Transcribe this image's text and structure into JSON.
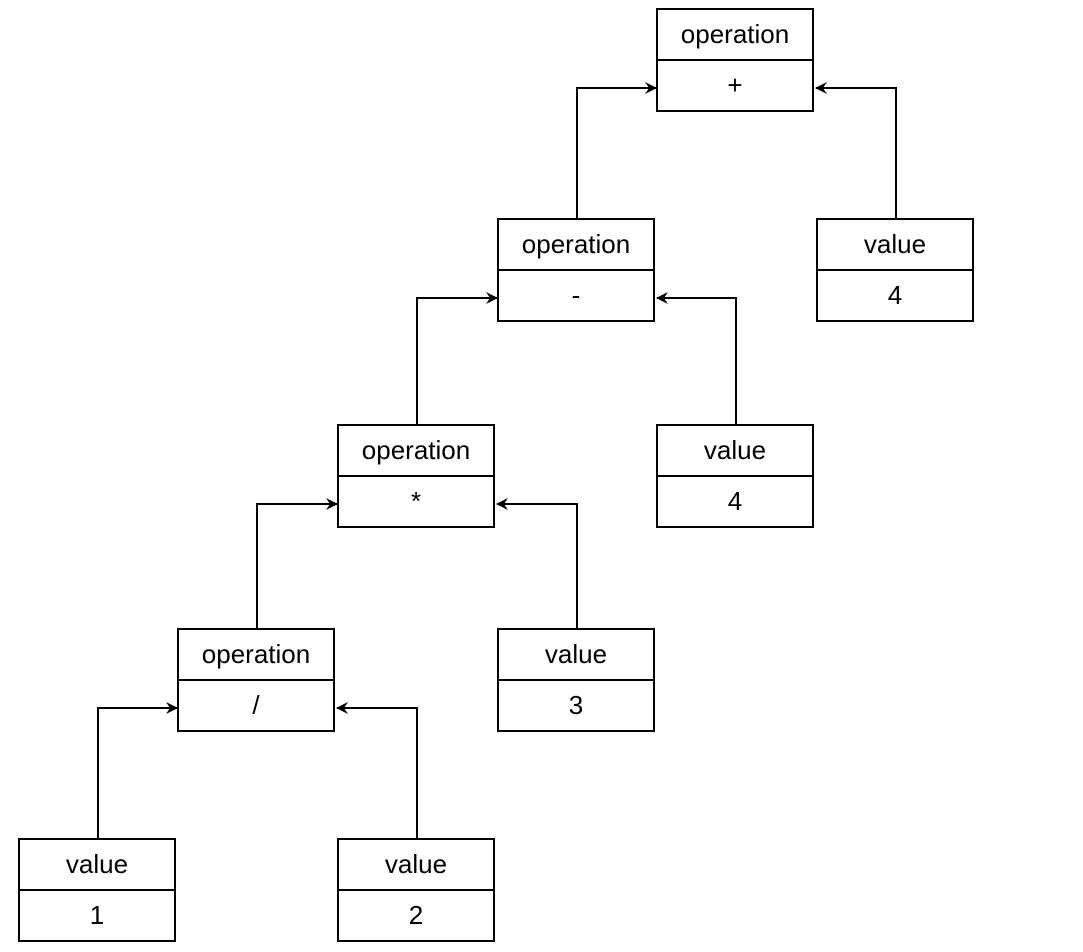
{
  "nodes": {
    "plus": {
      "type": "operation",
      "value": "+"
    },
    "minus": {
      "type": "operation",
      "value": "-"
    },
    "times": {
      "type": "operation",
      "value": "*"
    },
    "div": {
      "type": "operation",
      "value": "/"
    },
    "v4a": {
      "type": "value",
      "value": "4"
    },
    "v4b": {
      "type": "value",
      "value": "4"
    },
    "v3": {
      "type": "value",
      "value": "3"
    },
    "v1": {
      "type": "value",
      "value": "1"
    },
    "v2": {
      "type": "value",
      "value": "2"
    }
  },
  "edges": [
    {
      "from": "minus",
      "to": "plus"
    },
    {
      "from": "v4a",
      "to": "plus"
    },
    {
      "from": "times",
      "to": "minus"
    },
    {
      "from": "v4b",
      "to": "minus"
    },
    {
      "from": "div",
      "to": "times"
    },
    {
      "from": "v3",
      "to": "times"
    },
    {
      "from": "v1",
      "to": "div"
    },
    {
      "from": "v2",
      "to": "div"
    }
  ],
  "colors": {
    "stroke": "#000000",
    "background": "#ffffff"
  }
}
